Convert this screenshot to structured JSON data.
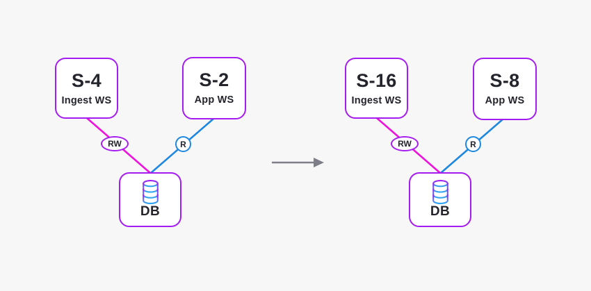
{
  "colors": {
    "purple": "#A51CF0",
    "magenta": "#ED13DB",
    "blue": "#1E87DF",
    "iconblue": "#2BA8F2",
    "ink": "#24242C",
    "gray": "#7E7E88",
    "bg": "#F7F7F8",
    "white": "#FFFFFF"
  },
  "icons": {
    "db": "database-icon",
    "transition": "arrow-right-icon"
  },
  "diagrams": [
    {
      "name": "before",
      "nodes": [
        {
          "title": "S-4",
          "subtitle": "Ingest WS"
        },
        {
          "title": "S-2",
          "subtitle": "App WS"
        },
        {
          "title": "DB"
        }
      ],
      "edges": [
        {
          "label": "RW",
          "from": "S-4",
          "to": "DB"
        },
        {
          "label": "R",
          "from": "S-2",
          "to": "DB"
        }
      ]
    },
    {
      "name": "after",
      "nodes": [
        {
          "title": "S-16",
          "subtitle": "Ingest WS"
        },
        {
          "title": "S-8",
          "subtitle": "App WS"
        },
        {
          "title": "DB"
        }
      ],
      "edges": [
        {
          "label": "RW",
          "from": "S-16",
          "to": "DB"
        },
        {
          "label": "R",
          "from": "S-8",
          "to": "DB"
        }
      ]
    }
  ]
}
